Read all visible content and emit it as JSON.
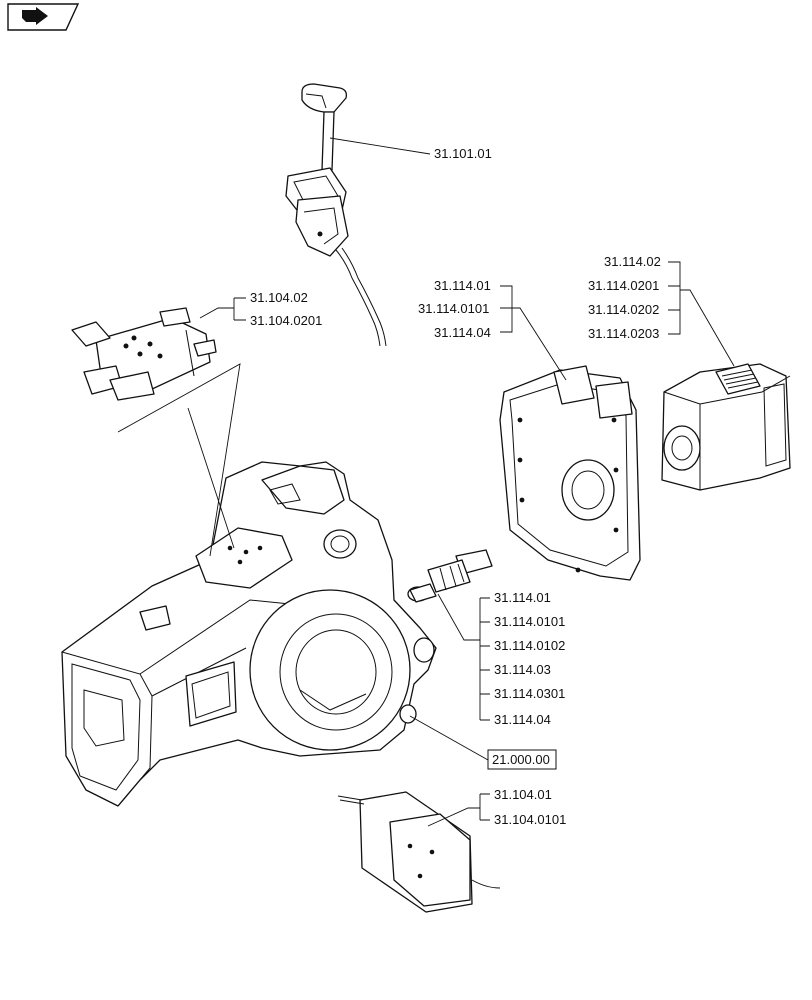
{
  "nav_icon": "page-navigation-icon",
  "callouts": {
    "lever": [
      "31.101.01"
    ],
    "valve": [
      "31.104.02",
      "31.104.0201"
    ],
    "cover": [
      "31.114.01",
      "31.114.0101",
      "31.114.04"
    ],
    "block": [
      "31.114.02",
      "31.114.0201",
      "31.114.0202",
      "31.114.0203"
    ],
    "shaft": [
      "31.114.01",
      "31.114.0101",
      "31.114.0102",
      "31.114.03",
      "31.114.0301",
      "31.114.04"
    ],
    "housing": [
      "21.000.00"
    ],
    "sensor": [
      "31.104.01",
      "31.104.0101"
    ]
  }
}
